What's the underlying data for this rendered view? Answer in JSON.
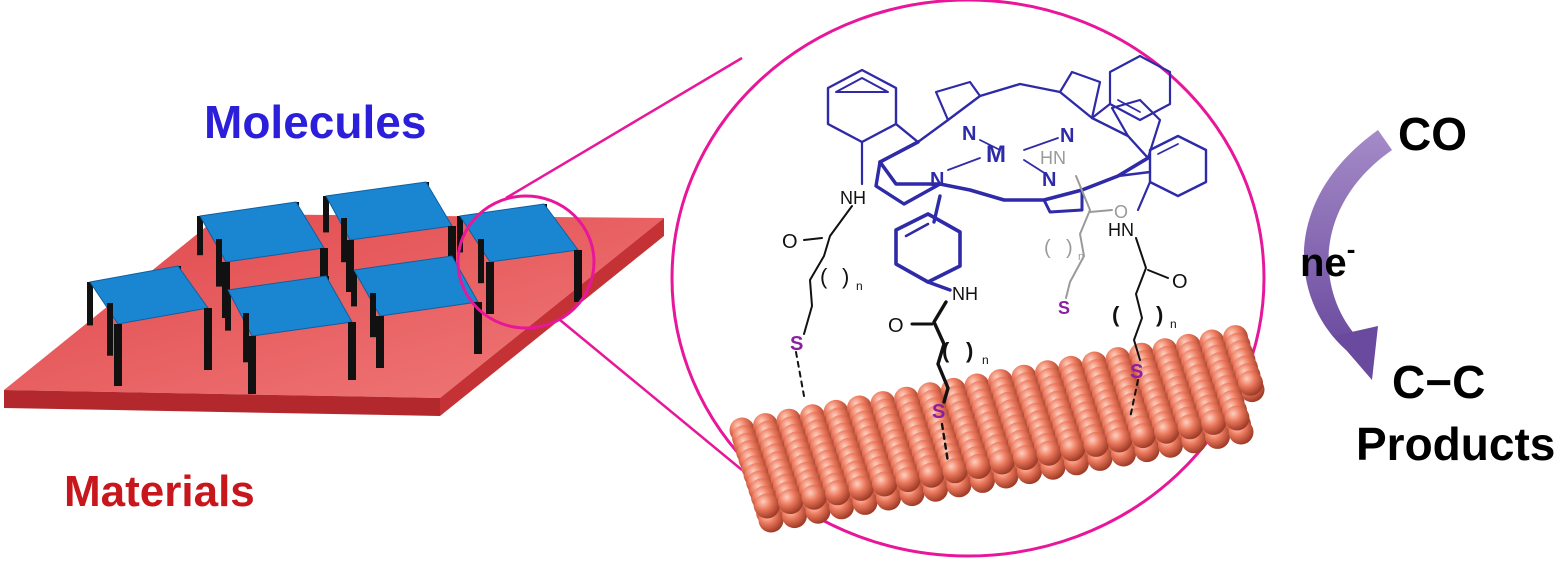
{
  "labels": {
    "molecules": "Molecules",
    "materials": "Materials",
    "reactant": "CO",
    "electrons": "ne",
    "electrons_sup": "-",
    "product_line1": "C−C",
    "product_line2": "Products"
  },
  "structure": {
    "metal": "M",
    "nitrogen": "N",
    "pyrrole_nh": "HN",
    "amide_nh": "NH",
    "amide_hn": "HN",
    "oxygen": "O",
    "sulfur": "S",
    "chain_open": "(",
    "chain_close": ")",
    "subscript": "n"
  },
  "colors": {
    "molecules_text": "#2b1fd9",
    "materials_text": "#c8161d",
    "substrate": "#e2575a",
    "substrate_side": "#b42a2e",
    "table_top": "#1a86d1",
    "table_leg": "#111111",
    "zoom_circle": "#e8179a",
    "porphyrin": "#2e2aa8",
    "sulfur": "#8b1fa0",
    "gold_sphere": "#e5765a",
    "arrow": "#7b57a8"
  }
}
